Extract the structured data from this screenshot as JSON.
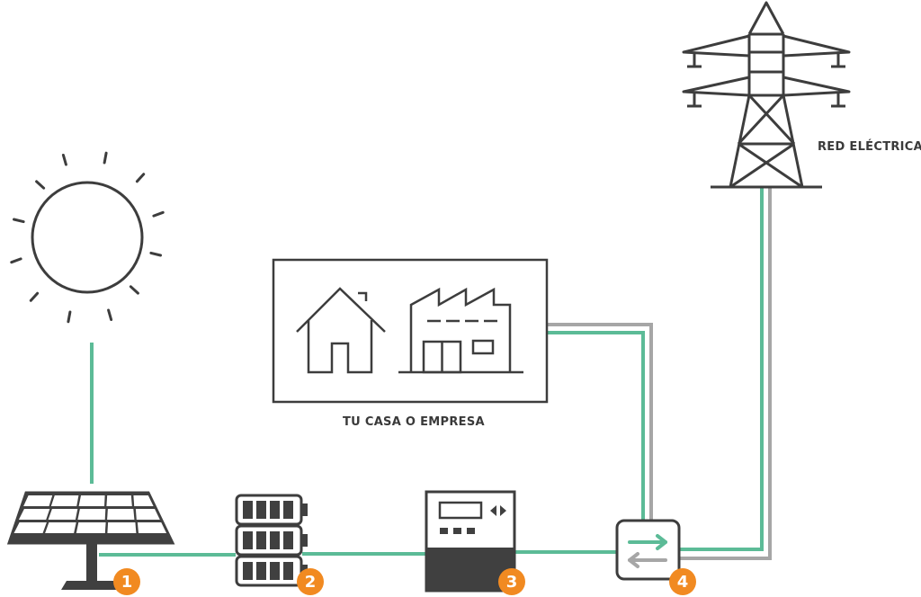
{
  "labels": {
    "grid": "RED ELÉCTRICA",
    "home": "TU CASA O EMPRESA"
  },
  "steps": [
    {
      "number": "1",
      "component": "solar-panel"
    },
    {
      "number": "2",
      "component": "battery"
    },
    {
      "number": "3",
      "component": "meter"
    },
    {
      "number": "4",
      "component": "bidirectional-switch"
    }
  ],
  "colors": {
    "line_green": "#5cbb97",
    "line_gray": "#a6a6a6",
    "stroke_dark": "#3d3d3d",
    "fill_dark": "#404040",
    "badge_orange": "#f18a21"
  },
  "icons": [
    "sun-icon",
    "solar-panel-icon",
    "battery-icon",
    "meter-icon",
    "switch-icon",
    "house-icon",
    "factory-icon",
    "power-tower-icon"
  ]
}
